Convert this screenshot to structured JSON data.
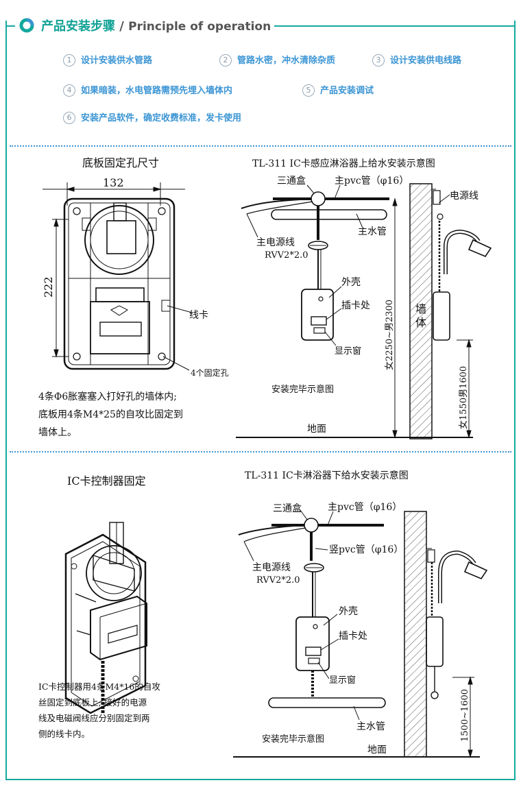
{
  "header": {
    "title_cn": "产品安装步骤",
    "slash": " / ",
    "title_en": "Principle of operation"
  },
  "steps": [
    {
      "num": "1",
      "text": "设计安装供水管路"
    },
    {
      "num": "2",
      "text": "管路水密，冲水清除杂质"
    },
    {
      "num": "3",
      "text": "设计安装供电线路"
    },
    {
      "num": "4",
      "text": "如果暗装，水电管路需预先埋入墙体内"
    },
    {
      "num": "5",
      "text": "产品安装调试"
    },
    {
      "num": "6",
      "text": "安装产品软件，确定收费标准，发卡使用"
    }
  ],
  "baseplate": {
    "title": "底板固定孔尺寸",
    "width_dim": "132",
    "height_dim": "222",
    "clip_label": "线卡",
    "holes_label": "4个固定孔",
    "note_lines": [
      "4条Φ6胀塞塞入打好孔的墙体内;",
      "底板用4条M4*25的自攻比固定到",
      "墙体上。"
    ]
  },
  "upper_diagram": {
    "title": "TL-311 IC卡感应淋浴器上给水安装示意图",
    "tee_box": "三通盒",
    "main_pvc": "主pvc管（φ16）",
    "power_line": "电源线",
    "main_water_pipe": "主水管",
    "main_power_line": "主电源线",
    "rvv": "RVV2*2.0",
    "housing": "外壳",
    "card_slot": "插卡处",
    "display_window": "显示窗",
    "wall_1": "墙",
    "wall_2": "体",
    "height_total": "女2250~男2300",
    "height_unit": "女1550男1600",
    "done_label": "安装完毕示意图",
    "ground": "地面"
  },
  "controller": {
    "title": "IC卡控制器固定",
    "note_lines": [
      "IC卡控制器用4条M4*16的自攻",
      "丝固定到底板上; 接好的电源",
      "线及电磁阀线应分别固定到两",
      "侧的线卡内。"
    ]
  },
  "lower_diagram": {
    "title": "TL-311 IC卡淋浴器下给水安装示意图",
    "tee_box": "三通盒",
    "main_pvc": "主pvc管（φ16）",
    "vertical_pvc": "竖pvc管（φ16）",
    "main_power_line": "主电源线",
    "rvv": "RVV2*2.0",
    "housing": "外壳",
    "card_slot": "插卡处",
    "display_window": "显示窗",
    "main_water_pipe": "主水管",
    "height_unit": "1500~1600",
    "done_label": "安装完毕示意图",
    "ground": "地面"
  },
  "colors": {
    "accent_teal": "#13a89e",
    "step_blue": "#3b95d4"
  }
}
